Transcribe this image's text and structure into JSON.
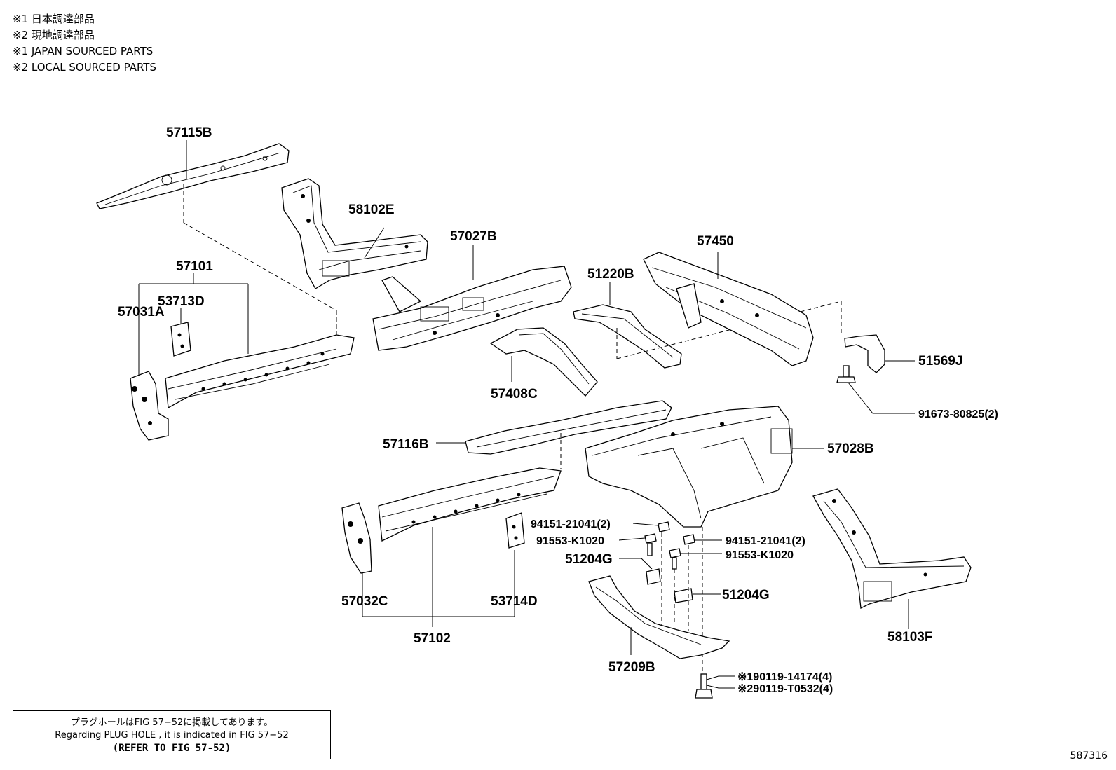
{
  "legend": [
    "※1 日本調達部品",
    "※2 現地調達部品",
    "※1 JAPAN SOURCED PARTS",
    "※2 LOCAL SOURCED PARTS"
  ],
  "labels": {
    "p57115B": "57115B",
    "p58102E": "58102E",
    "p57101": "57101",
    "p53713D": "53713D",
    "p57031A": "57031A",
    "p57027B": "57027B",
    "p51220B": "51220B",
    "p57450": "57450",
    "p51569J": "51569J",
    "p57408C": "57408C",
    "p91673": "91673-80825(2)",
    "p57116B": "57116B",
    "p57028B": "57028B",
    "p94151a": "94151-21041(2)",
    "p91553a": "91553-K1020",
    "p51204Ga": "51204G",
    "p94151b": "94151-21041(2)",
    "p91553b": "91553-K1020",
    "p51204Gb": "51204G",
    "p57032C": "57032C",
    "p53714D": "53714D",
    "p57102": "57102",
    "p58103F": "58103F",
    "p57209B": "57209B",
    "p90119a": "※190119-14174(4)",
    "p90119b": "※290119-T0532(4)"
  },
  "note": {
    "line1": "プラグホールはFIG 57−52に掲載してあります。",
    "line2": "Regarding  PLUG  HOLE , it is indicated in FIG  57−52",
    "line3": "(REFER TO FIG 57-52)"
  },
  "figure_id": "587316"
}
